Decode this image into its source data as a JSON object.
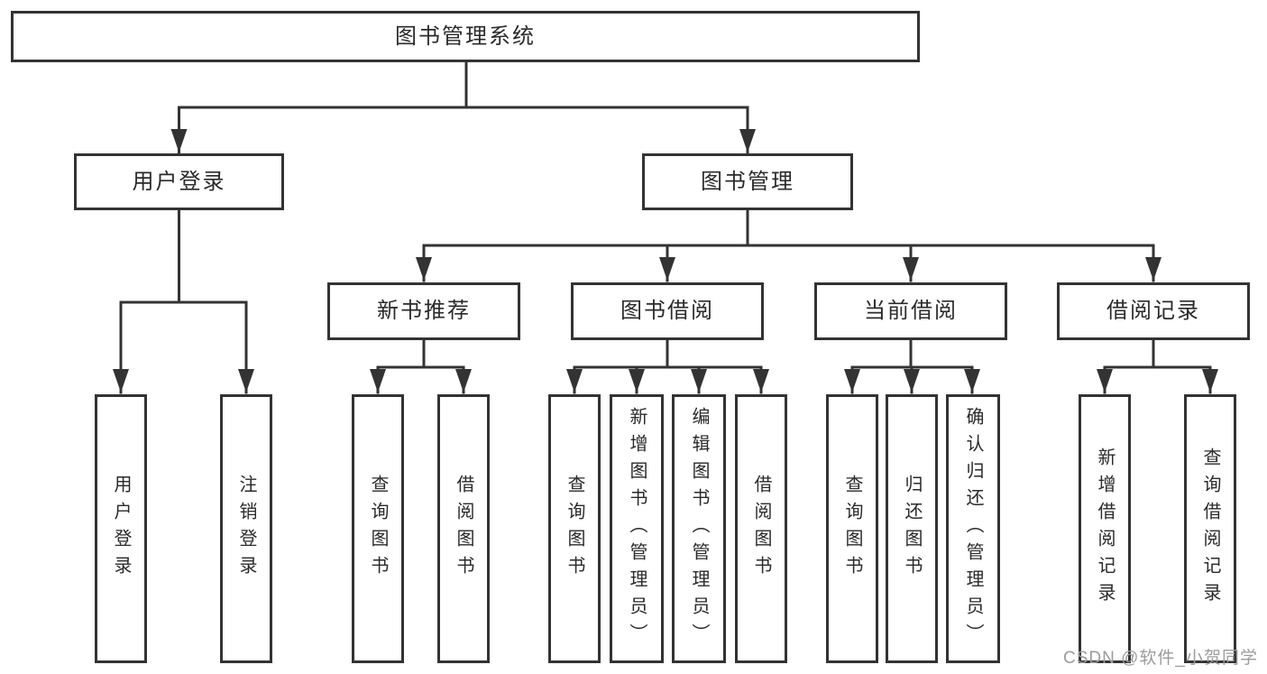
{
  "diagram": {
    "root": {
      "label": "图书管理系统"
    },
    "level2": [
      {
        "id": "user-login",
        "label": "用户登录"
      },
      {
        "id": "book-management",
        "label": "图书管理"
      }
    ],
    "level3": [
      {
        "id": "new-book-recommend",
        "parent": "book-management",
        "label": "新书推荐"
      },
      {
        "id": "book-borrow",
        "parent": "book-management",
        "label": "图书借阅"
      },
      {
        "id": "current-borrow",
        "parent": "book-management",
        "label": "当前借阅"
      },
      {
        "id": "borrow-records",
        "parent": "book-management",
        "label": "借阅记录"
      }
    ],
    "leaves": [
      {
        "parent": "user-login",
        "label": "用户登录"
      },
      {
        "parent": "user-login",
        "label": "注销登录"
      },
      {
        "parent": "new-book-recommend",
        "label": "查询图书"
      },
      {
        "parent": "new-book-recommend",
        "label": "借阅图书"
      },
      {
        "parent": "book-borrow",
        "label": "查询图书"
      },
      {
        "parent": "book-borrow",
        "label": "新增图书（管理员）"
      },
      {
        "parent": "book-borrow",
        "label": "编辑图书（管理员）"
      },
      {
        "parent": "book-borrow",
        "label": "借阅图书"
      },
      {
        "parent": "current-borrow",
        "label": "查询图书"
      },
      {
        "parent": "current-borrow",
        "label": "归还图书"
      },
      {
        "parent": "current-borrow",
        "label": "确认归还（管理员）"
      },
      {
        "parent": "borrow-records",
        "label": "新增借阅记录"
      },
      {
        "parent": "borrow-records",
        "label": "查询借阅记录"
      }
    ],
    "watermark": "CSDN @软件_小贺同学",
    "colors": {
      "line": "#333333",
      "text": "#2a2a2a",
      "box_background": "#ffffff",
      "watermark": "#9c9c9c",
      "background": "#ffffff"
    }
  }
}
